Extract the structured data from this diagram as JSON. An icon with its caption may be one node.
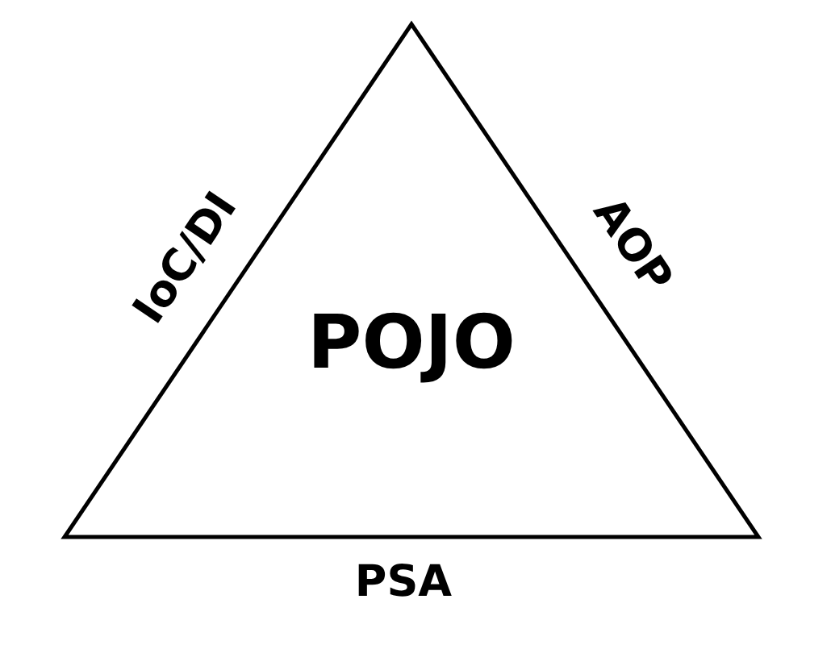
{
  "diagram": {
    "nodes": [
      {
        "text": [
          "POJO"
        ]
      }
    ],
    "labels": [
      "IoC/DI",
      "AOP",
      "PSA"
    ]
  }
}
